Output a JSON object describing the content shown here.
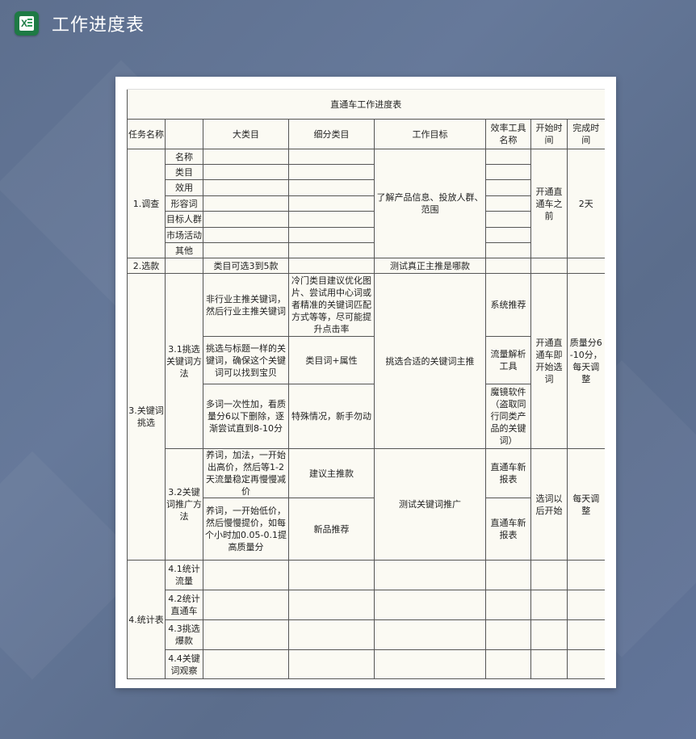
{
  "app": {
    "icon": "excel-icon",
    "title": "工作进度表"
  },
  "sheet": {
    "title": "直通车工作进度表",
    "headers": {
      "task_name": "任务名称",
      "sub": "",
      "major_category": "大类目",
      "sub_category": "细分类目",
      "goal": "工作目标",
      "tool_name": "效率工具名称",
      "start_time": "开始时间",
      "end_time": "完成时间"
    },
    "section1": {
      "task": "1.调查",
      "items": [
        "名称",
        "类目",
        "效用",
        "形容词",
        "目标人群",
        "市场活动",
        "其他"
      ],
      "goal": "了解产品信息、投放人群、范围",
      "start": "开通直通车之前",
      "end": "2天"
    },
    "section2": {
      "task": "2.选款",
      "major": "类目可选3到5款",
      "goal": "测试真正主推是哪款"
    },
    "section3": {
      "task": "3.关键词挑选",
      "sub1": {
        "label": "3.1挑选关键词方法",
        "rows": [
          {
            "major": "非行业主推关键词，然后行业主推关键词",
            "detail": "冷门类目建议优化图片、尝试用中心词或者精准的关键词匹配方式等等，尽可能提升点击率",
            "tool": "系统推荐"
          },
          {
            "major": "挑选与标题一样的关键词，确保这个关键词可以找到宝贝",
            "detail": "类目词+属性",
            "tool": "流量解析工具"
          },
          {
            "major": "多词一次性加，看质量分6以下删除，逐渐尝试直到8-10分",
            "detail": "特殊情况，新手勿动",
            "tool": "魔镜软件（盗取同行同类产品的关键词）"
          }
        ],
        "goal": "挑选合适的关键词主推",
        "start": "开通直通车即开始选词",
        "end": "质量分6-10分，每天调整"
      },
      "sub2": {
        "label": "3.2关键词推广方法",
        "rows": [
          {
            "major": "养词，加法，一开始出高价，然后等1-2天流量稳定再慢慢减价",
            "detail": "建议主推款",
            "tool": "直通车新报表"
          },
          {
            "major": "养词，一开始低价，然后慢慢提价，如每个小时加0.05-0.1提高质量分",
            "detail": "新品推荐",
            "tool": "直通车新报表"
          }
        ],
        "goal": "测试关键词推广",
        "start": "选词以后开始",
        "end": "每天调整"
      }
    },
    "section4": {
      "task": "4.统计表",
      "items": [
        "4.1统计流量",
        "4.2统计直通车",
        "4.3挑选爆款",
        "4.4关键词观察"
      ]
    }
  }
}
